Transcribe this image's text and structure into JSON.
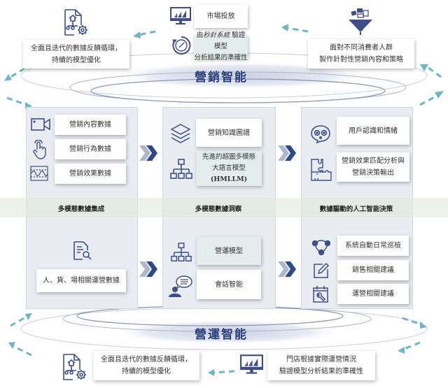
{
  "marketing": {
    "title": "營銷智能",
    "top_left_card": [
      "全面且迭代的數據反饋循環，",
      "持續的模型優化"
    ],
    "market_card": "市場投放",
    "verify_card": {
      "prefix": "由",
      "italic": "秒針系統",
      "suffix": " 驗證模型",
      "line2": "分析結果的準確性"
    },
    "top_right_card": [
      "面對不同消費者人群",
      "製作針對性營銷內容和策略"
    ]
  },
  "columns": [
    {
      "label": "多模態數據集成",
      "top_items": [
        "營銷內容數據",
        "營銷行為數據",
        "營銷效果數據"
      ],
      "bottom_items": [
        "人、貨、場相關運營數據"
      ]
    },
    {
      "label": "多模態數據洞察",
      "top_items": [
        "營銷知識圖譜",
        "先進的超圖多模態",
        "大語言模型",
        "(HMLLM)"
      ],
      "bottom_items": [
        "營運模型",
        "會話智能"
      ]
    },
    {
      "label": "數據驅動的人工智能決策",
      "top_items": [
        "用戶認識和情緒",
        "營銷效果匹配分析與",
        "營銷決策輸出"
      ],
      "bottom_items": [
        "系統自動日常巡檢",
        "銷售相關建議",
        "運營相關建議"
      ]
    }
  ],
  "operations": {
    "title": "營運智能",
    "bottom_left_card": [
      "全面且迭代的數據反饋循環，",
      "持續的模型優化"
    ],
    "bottom_right_card": [
      "門店根據實際運營情況",
      "驗證模型分析結果的準確性"
    ]
  },
  "colors": {
    "navy": "#2f4a8a",
    "icon": "#3d4f86",
    "teal_arrow": "#6fb6c4",
    "panel": "#e9edf2",
    "teal_card": "#e3eeec",
    "band": "#e3ebdc"
  }
}
